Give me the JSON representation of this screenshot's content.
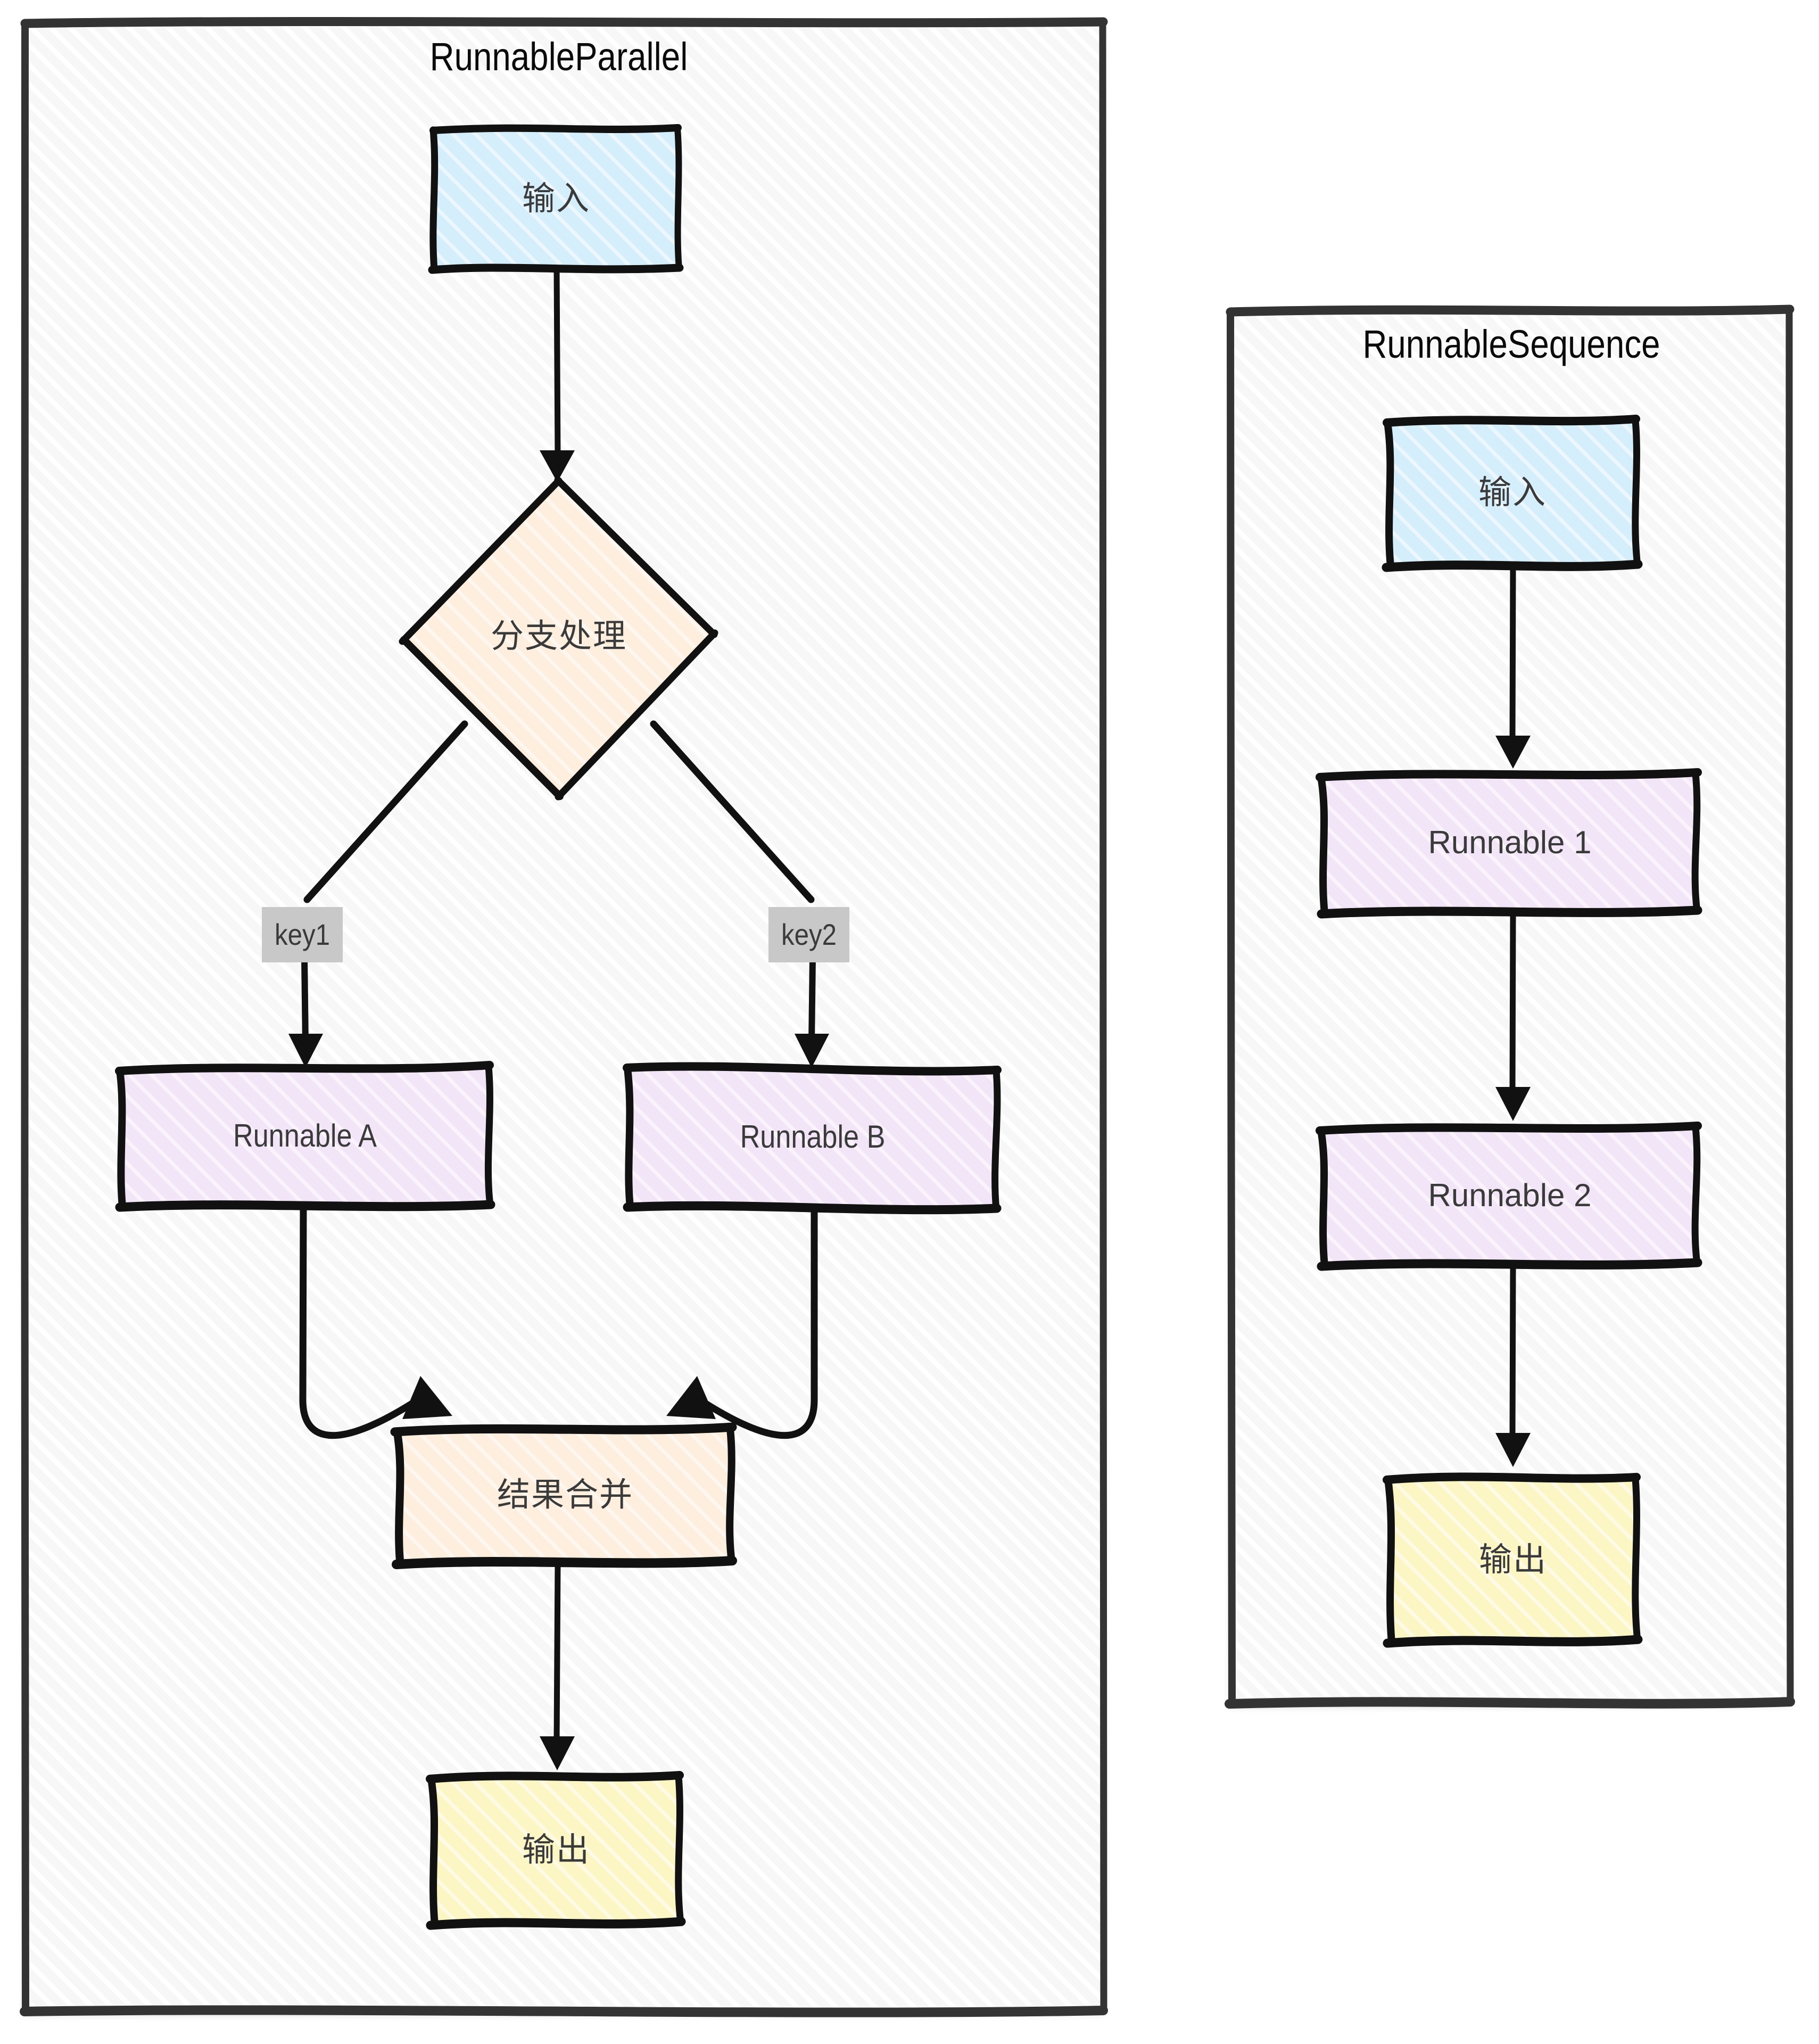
{
  "diagram": {
    "type": "flowchart",
    "style": "hand-drawn-sketch",
    "background": "#ffffff",
    "panel_fill": "#f7f7f7",
    "panel_border": "#333333",
    "colors": {
      "input_fill": "#d5eefb",
      "decision_fill": "#fdeedd",
      "runnable_fill": "#f3e5f8",
      "merge_fill": "#fdeedd",
      "output_fill": "#fcf5c4",
      "edge_label_fill": "#c8c8c8",
      "stroke": "#111111",
      "text": "#3a3a3a"
    }
  },
  "panels": [
    {
      "id": "runnable-parallel",
      "title": "RunnableParallel",
      "nodes": [
        {
          "id": "rp-input",
          "label": "输入",
          "shape": "rect",
          "fill": "#d5eefb"
        },
        {
          "id": "rp-branch",
          "label": "分支处理",
          "shape": "diamond",
          "fill": "#fdeedd"
        },
        {
          "id": "rp-run-a",
          "label": "Runnable A",
          "shape": "rect",
          "fill": "#f3e5f8"
        },
        {
          "id": "rp-run-b",
          "label": "Runnable B",
          "shape": "rect",
          "fill": "#f3e5f8"
        },
        {
          "id": "rp-merge",
          "label": "结果合并",
          "shape": "rect",
          "fill": "#fdeedd"
        },
        {
          "id": "rp-output",
          "label": "输出",
          "shape": "rect",
          "fill": "#fcf5c4"
        }
      ],
      "edges": [
        {
          "from": "rp-input",
          "to": "rp-branch",
          "label": ""
        },
        {
          "from": "rp-branch",
          "to": "rp-run-a",
          "label": "key1"
        },
        {
          "from": "rp-branch",
          "to": "rp-run-b",
          "label": "key2"
        },
        {
          "from": "rp-run-a",
          "to": "rp-merge",
          "label": ""
        },
        {
          "from": "rp-run-b",
          "to": "rp-merge",
          "label": ""
        },
        {
          "from": "rp-merge",
          "to": "rp-output",
          "label": ""
        }
      ]
    },
    {
      "id": "runnable-sequence",
      "title": "RunnableSequence",
      "nodes": [
        {
          "id": "rs-input",
          "label": "输入",
          "shape": "rect",
          "fill": "#d5eefb"
        },
        {
          "id": "rs-run-1",
          "label": "Runnable 1",
          "shape": "rect",
          "fill": "#f3e5f8"
        },
        {
          "id": "rs-run-2",
          "label": "Runnable 2",
          "shape": "rect",
          "fill": "#f3e5f8"
        },
        {
          "id": "rs-output",
          "label": "输出",
          "shape": "rect",
          "fill": "#fcf5c4"
        }
      ],
      "edges": [
        {
          "from": "rs-input",
          "to": "rs-run-1",
          "label": ""
        },
        {
          "from": "rs-run-1",
          "to": "rs-run-2",
          "label": ""
        },
        {
          "from": "rs-run-2",
          "to": "rs-output",
          "label": ""
        }
      ]
    }
  ],
  "labels": {
    "parallel_title": "RunnableParallel",
    "sequence_title": "RunnableSequence",
    "input_cn": "输入",
    "output_cn": "输出",
    "branch_cn": "分支处理",
    "merge_cn": "结果合并",
    "runnable_a": "Runnable A",
    "runnable_b": "Runnable B",
    "runnable_1": "Runnable 1",
    "runnable_2": "Runnable 2",
    "key1": "key1",
    "key2": "key2"
  }
}
